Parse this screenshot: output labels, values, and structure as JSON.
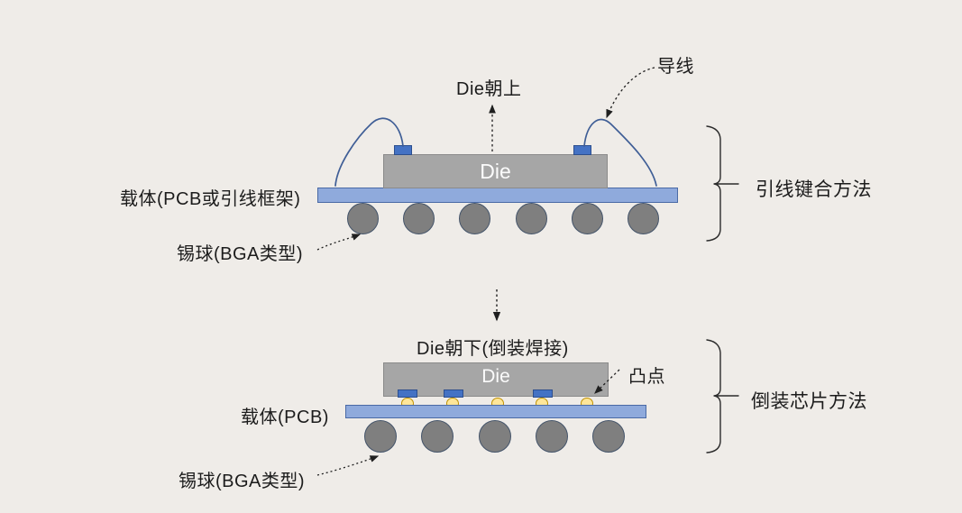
{
  "canvas": {
    "background": "#efece8",
    "colors": {
      "die_gray": "#a6a6a6",
      "carrier_blue": "#8faadc",
      "pad_blue": "#4472c4",
      "ball_gray": "#7f7f7f",
      "ball_border": "#44546a",
      "bump_yellow": "#ffe699",
      "bump_border": "#bf9000",
      "wire_blue": "#3f5e96",
      "line_dark": "#1f1f1f"
    }
  },
  "top_diagram": {
    "title": "Die朝上",
    "wire_label": "导线",
    "die_label": "Die",
    "carrier_label": "载体(PCB或引线框架)",
    "ball_label": "锡球(BGA类型)",
    "method_label": "引线键合方法",
    "ball_count": 6,
    "pad_count": 2,
    "wire_count": 2
  },
  "bottom_diagram": {
    "title": "Die朝下(倒装焊接)",
    "bump_label": "凸点",
    "die_label": "Die",
    "carrier_label": "载体(PCB)",
    "ball_label": "锡球(BGA类型)",
    "method_label": "倒装芯片方法",
    "ball_count": 5,
    "bump_count": 5,
    "pad_count": 3
  }
}
